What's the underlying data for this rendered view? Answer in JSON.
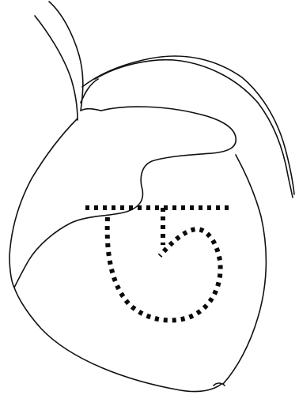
{
  "diagram": {
    "style": "black line drawing on white background",
    "elements": [
      "heart-outline",
      "great-vessel-outline",
      "dotted-horizontal-line",
      "dotted-spiral-curve"
    ],
    "colors": {
      "stroke": "#111111",
      "dots": "#0a0a0a",
      "background": "#ffffff"
    }
  }
}
